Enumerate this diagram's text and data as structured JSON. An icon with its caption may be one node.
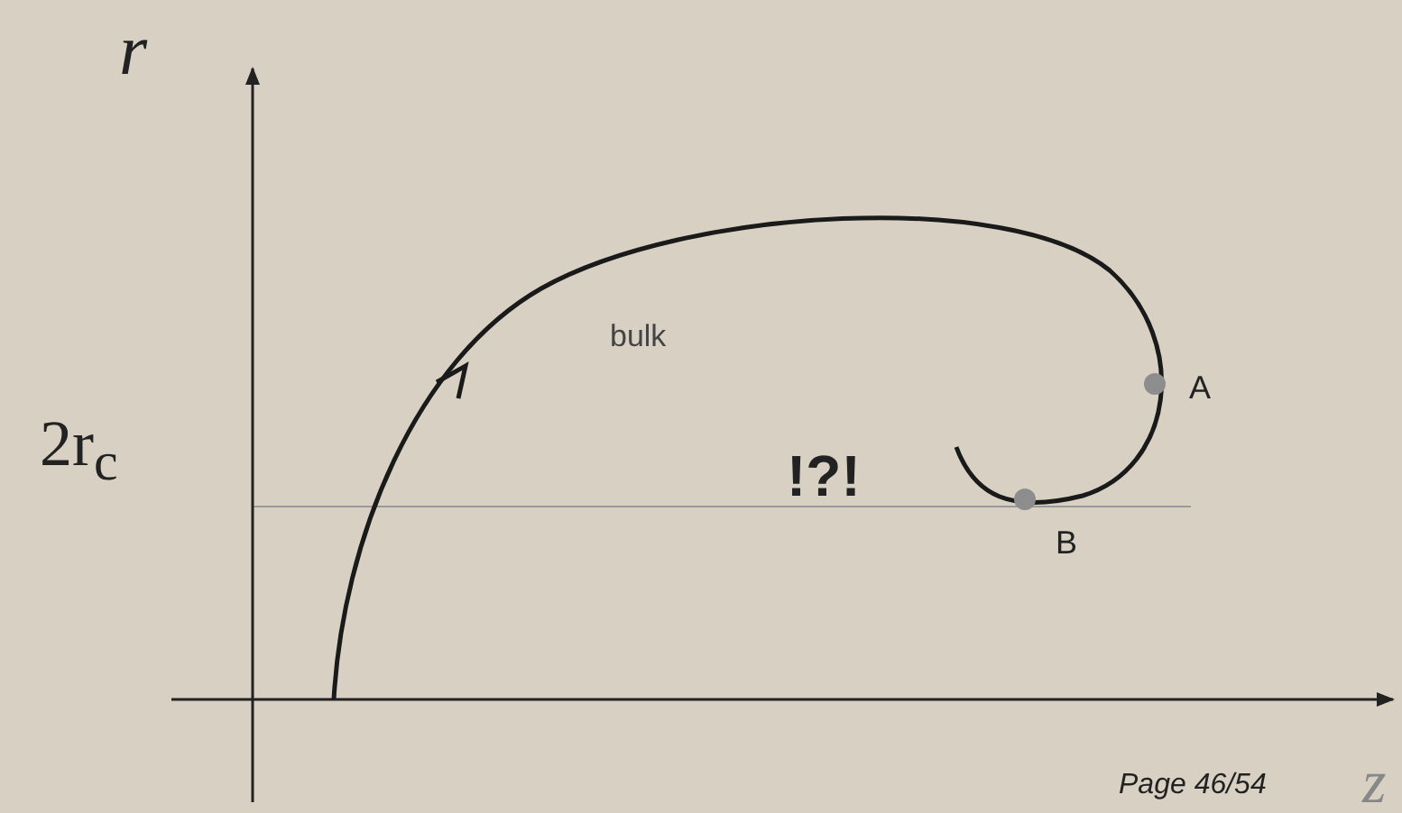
{
  "diagram": {
    "labels": [
      "r",
      "2r$_{c}$",
      "bulk",
      "A",
      "!?!",
      "B",
      "z",
      "Page 46/54"
    ]
  }
}
